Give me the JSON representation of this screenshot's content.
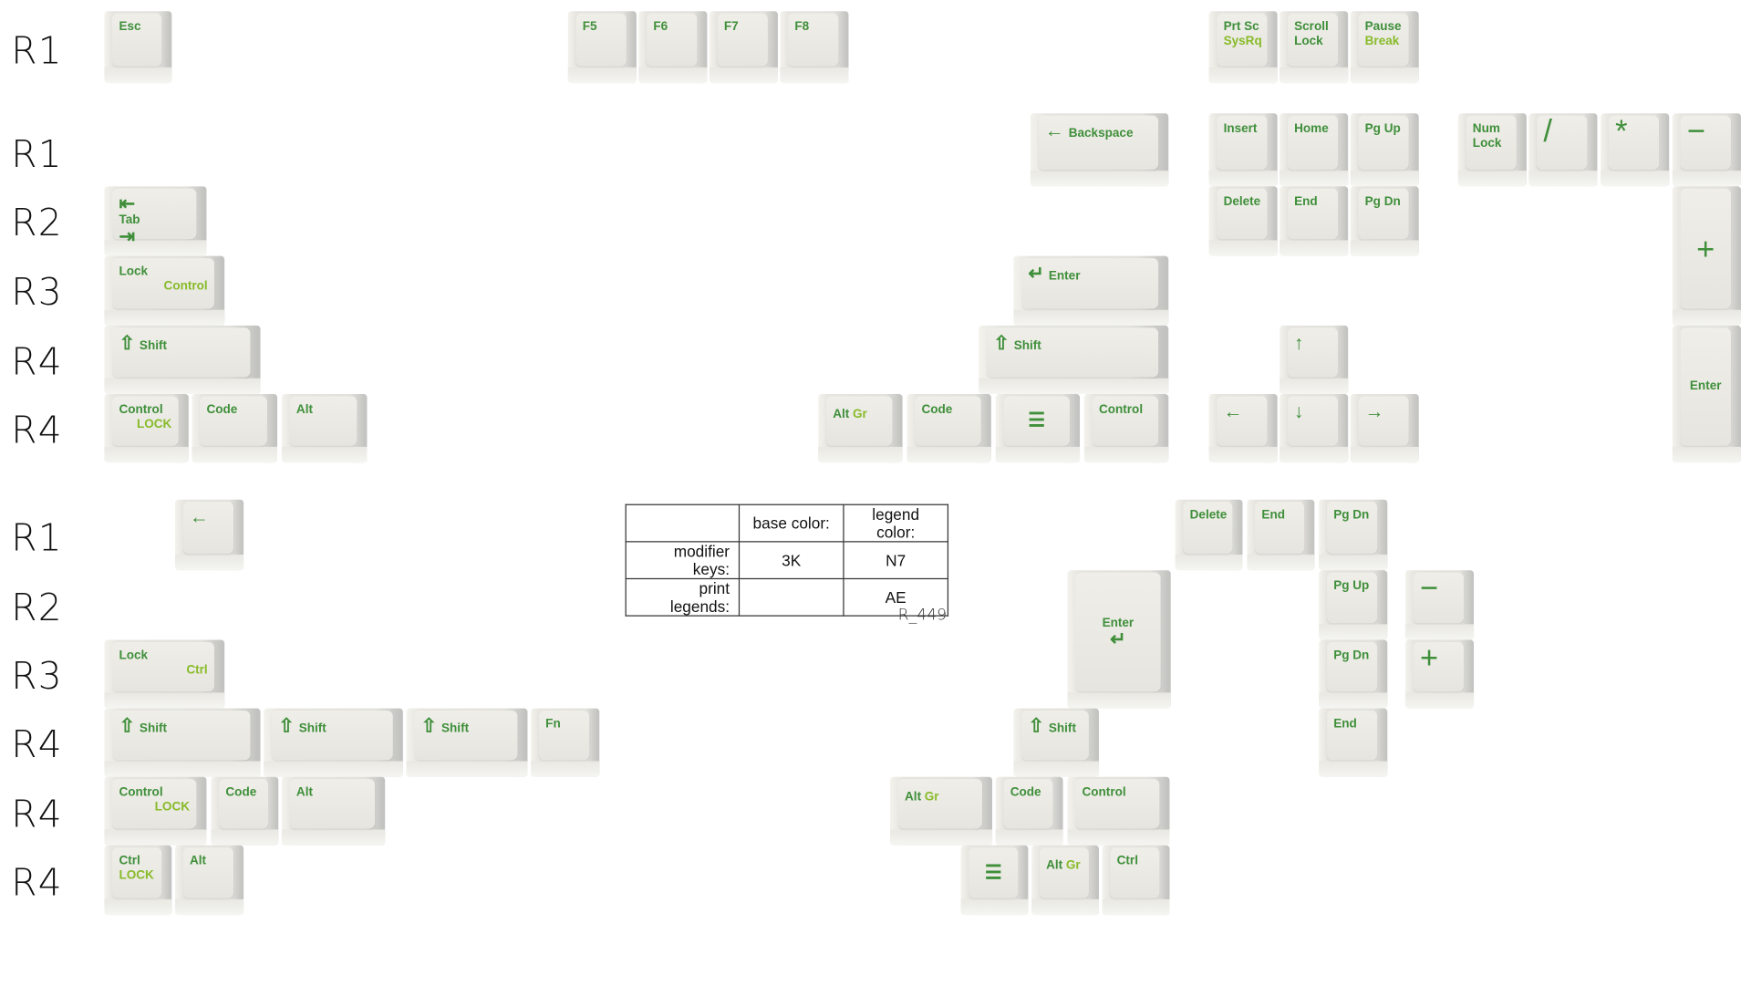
{
  "row_labels": [
    "R1",
    "R1",
    "R2",
    "R3",
    "R4",
    "R4",
    "R1",
    "R2",
    "R3",
    "R4",
    "R4",
    "R4"
  ],
  "keys": [
    {
      "p": "Esc"
    },
    {
      "p": "F5"
    },
    {
      "p": "F6"
    },
    {
      "p": "F7"
    },
    {
      "p": "F8"
    },
    {
      "p": "Prt Sc",
      "s": "SysRq"
    },
    {
      "p": "Scroll",
      "p2": "Lock"
    },
    {
      "p": "Pause",
      "s": "Break"
    },
    {
      "p": "Backspace"
    },
    {
      "p": "Insert"
    },
    {
      "p": "Home"
    },
    {
      "p": "Pg Up"
    },
    {
      "p": "Num",
      "p2": "Lock"
    },
    {
      "p": "/"
    },
    {
      "p": "*"
    },
    {
      "p": "−"
    },
    {
      "p": "Tab"
    },
    {
      "p": "Delete"
    },
    {
      "p": "End"
    },
    {
      "p": "Pg Dn"
    },
    {
      "p": "+"
    },
    {
      "p": "Lock",
      "s": "Control"
    },
    {
      "p": "Enter"
    },
    {
      "p": "Shift"
    },
    {
      "p": "Shift"
    },
    {
      "p": ""
    },
    {
      "p": "Enter"
    },
    {
      "p": "Control",
      "s": "LOCK"
    },
    {
      "p": "Code"
    },
    {
      "p": "Alt"
    },
    {
      "p": "Alt",
      "s": "Gr"
    },
    {
      "p": "Code"
    },
    {
      "p": ""
    },
    {
      "p": "Control"
    },
    {
      "p": ""
    },
    {
      "p": ""
    },
    {
      "p": ""
    },
    {
      "p": ""
    },
    {
      "p": "Delete"
    },
    {
      "p": "End"
    },
    {
      "p": "Pg Dn"
    },
    {
      "p": "Enter"
    },
    {
      "p": "Pg Up"
    },
    {
      "p": "−"
    },
    {
      "p": "Lock",
      "s": "Ctrl"
    },
    {
      "p": "Pg Dn"
    },
    {
      "p": "+"
    },
    {
      "p": "Shift"
    },
    {
      "p": "Shift"
    },
    {
      "p": "Shift"
    },
    {
      "p": "Fn"
    },
    {
      "p": "Shift"
    },
    {
      "p": "End"
    },
    {
      "p": "Control",
      "s": "LOCK"
    },
    {
      "p": "Code"
    },
    {
      "p": "Alt"
    },
    {
      "p": "Alt",
      "s": "Gr"
    },
    {
      "p": "Code"
    },
    {
      "p": "Control"
    },
    {
      "p": "Ctrl",
      "s": "LOCK"
    },
    {
      "p": "Alt"
    },
    {
      "p": ""
    },
    {
      "p": "Alt",
      "s": "Gr"
    },
    {
      "p": "Ctrl"
    }
  ],
  "legend_table": {
    "headers": [
      "",
      "base color:",
      "legend color:"
    ],
    "rows": [
      {
        "label": "modifier keys:",
        "base": "3K",
        "legend": "N7"
      },
      {
        "label": "print legends:",
        "base": "",
        "legend": "AE"
      }
    ]
  },
  "render_code": "R_449",
  "colors": {
    "legend_primary": "#3f8f3a",
    "legend_secondary": "#88bb2a",
    "keycap": "#e6e5df"
  }
}
